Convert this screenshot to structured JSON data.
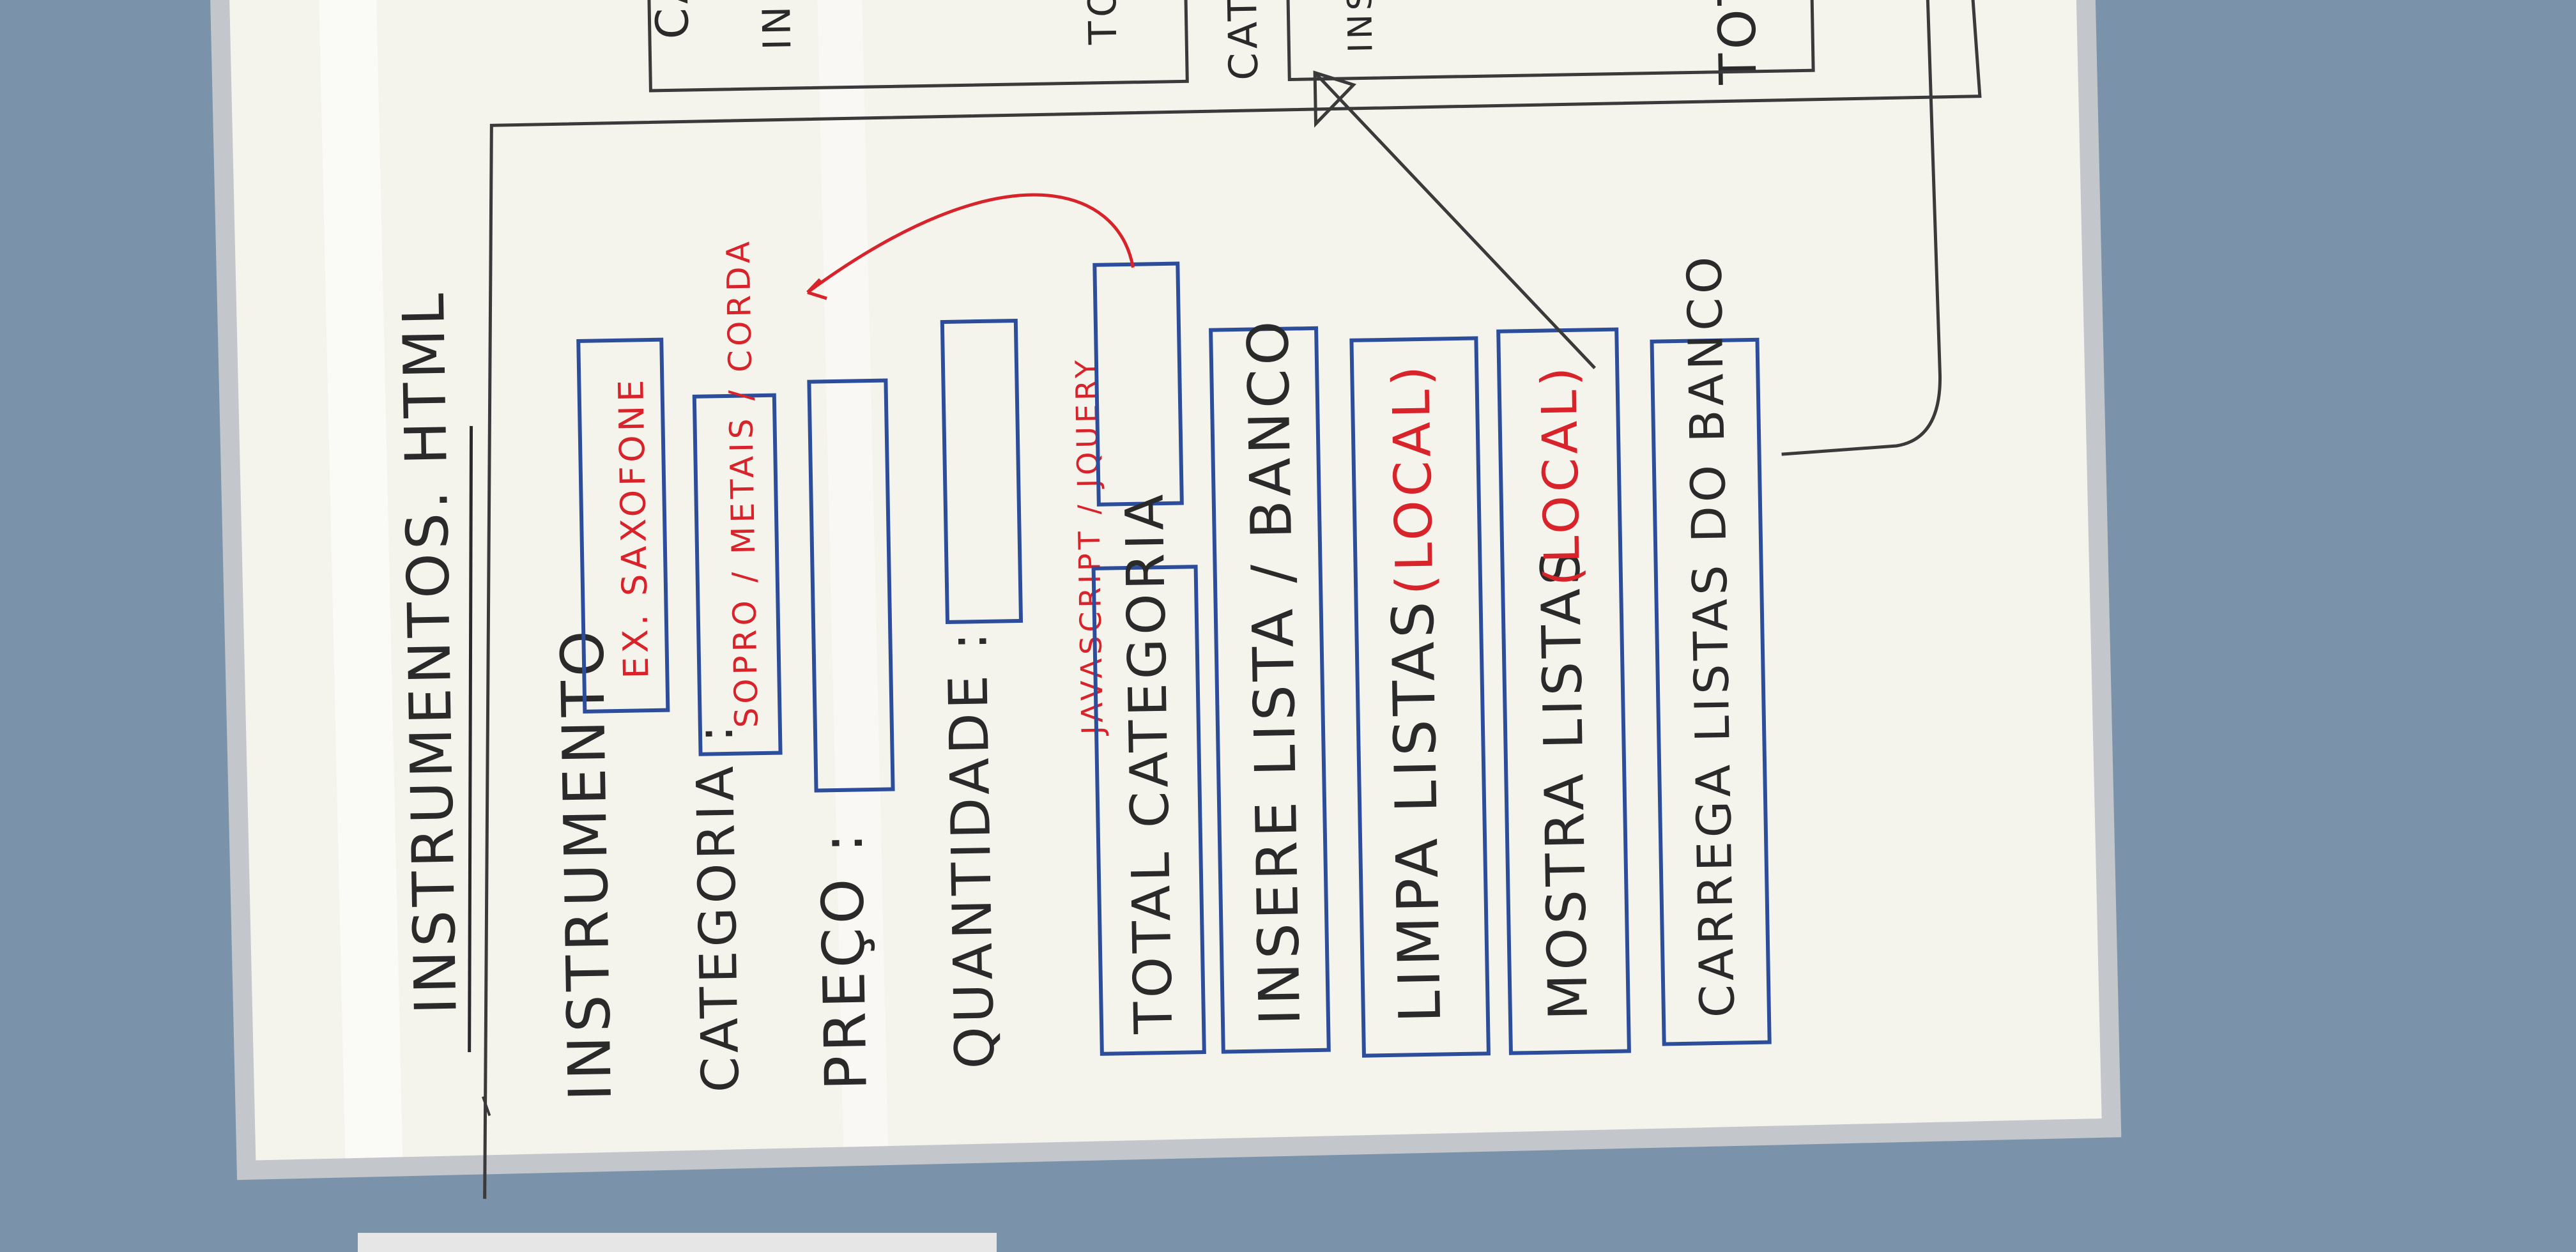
{
  "whiteboard": {
    "page_title": "INSTRUMENTOS. HTML",
    "form_labels": [
      "INSTRUMENTO",
      "CATEGORIA :",
      "PREÇO :",
      "QUANTIDADE :"
    ],
    "input_hints": {
      "instrumento": "EX. SAXOFONE",
      "categoria": "SOPRO / METAIS / CORDA"
    },
    "tech_note": "JAVASCRIPT / JQUERY",
    "buttons": [
      {
        "label": "TOTAL CATEGORIA",
        "hint": ""
      },
      {
        "label": "INSERE LISTA / BANCO",
        "hint": ""
      },
      {
        "label": "LIMPA LISTAS",
        "hint": "(LOCAL)"
      },
      {
        "label": "MOSTRA LISTAS",
        "hint": "(LOCAL)"
      },
      {
        "label": "CARREGA LISTAS DO BANCO",
        "hint": ""
      }
    ],
    "upper_sketch_fragments": [
      "CA",
      "IN",
      "TO",
      "CATE",
      "INS",
      "TOTA"
    ]
  },
  "colors": {
    "wall": "#7891a9",
    "board": "#f4f3ec",
    "frame": "#b9bcc0",
    "ink_black": "#2a2a2a",
    "ink_blue": "#2c4d9c",
    "ink_red": "#d8232a"
  }
}
